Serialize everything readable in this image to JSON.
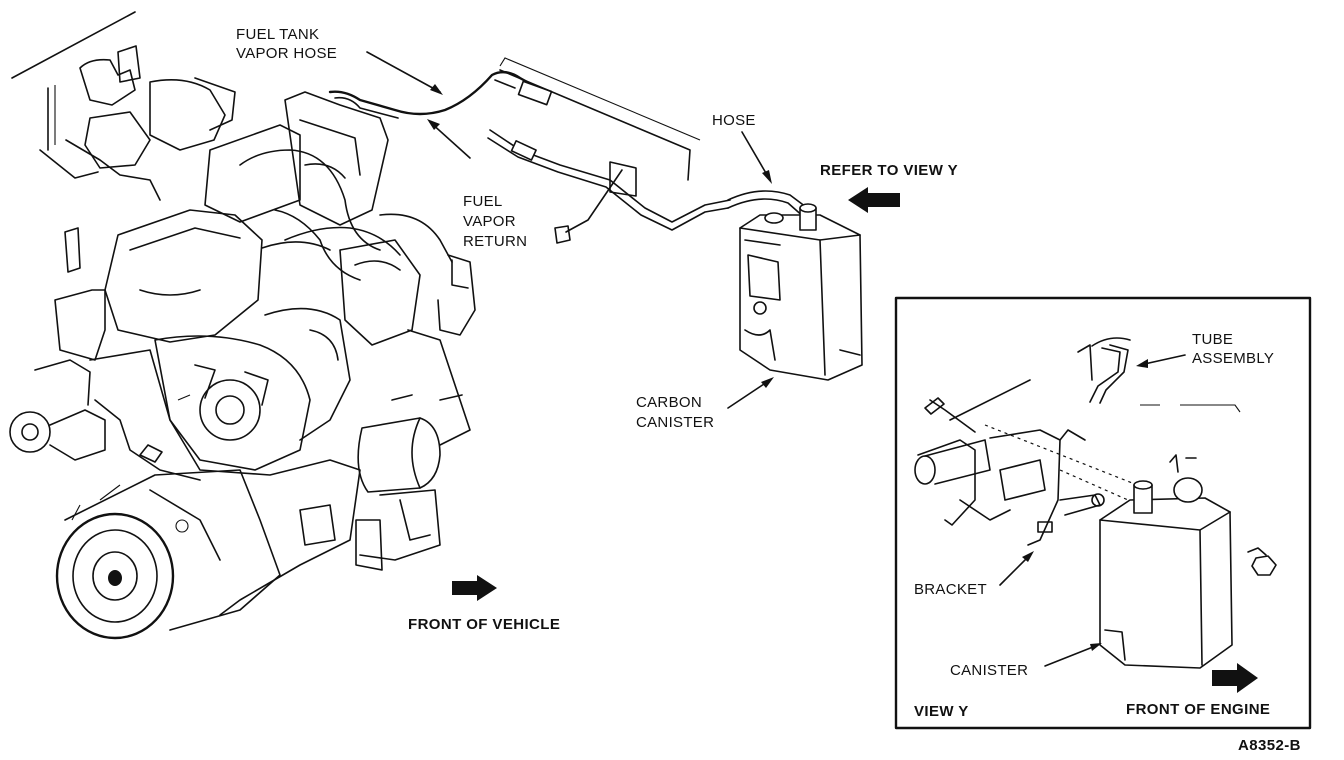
{
  "labels": {
    "fuel_tank_vapor_hose": [
      "FUEL TANK",
      "VAPOR HOSE"
    ],
    "fuel_vapor_return": [
      "FUEL",
      "VAPOR",
      "RETURN"
    ],
    "hose": "HOSE",
    "refer_to_view_y": "REFER TO VIEW Y",
    "carbon_canister": [
      "CARBON",
      "CANISTER"
    ],
    "front_of_vehicle": "FRONT OF VEHICLE",
    "tube_assembly": [
      "TUBE",
      "ASSEMBLY"
    ],
    "bracket": "BRACKET",
    "canister": "CANISTER",
    "view_y": "VIEW Y",
    "front_of_engine": "FRONT OF ENGINE",
    "figure_id": "A8352-B"
  }
}
